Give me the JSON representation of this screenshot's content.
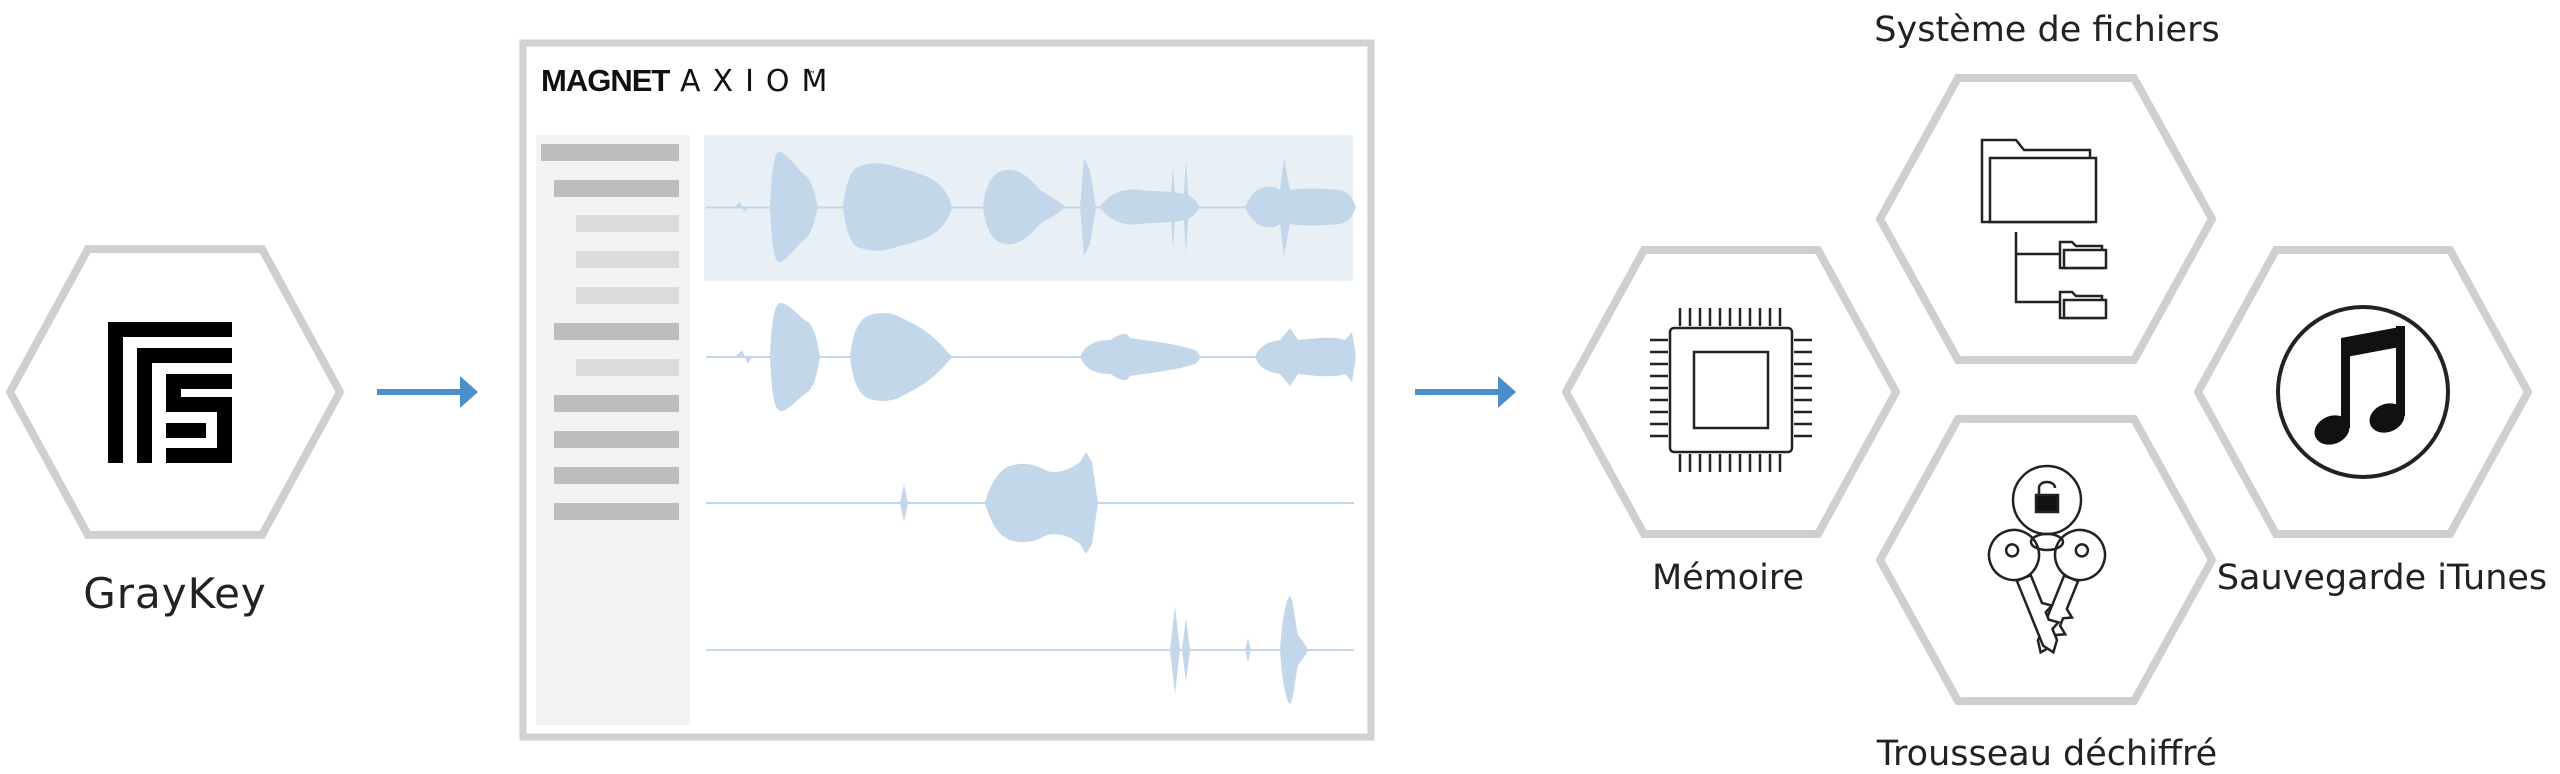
{
  "source": {
    "label": "GrayKey",
    "logo_icon": "graykey-maze-logo-icon"
  },
  "app": {
    "brand_bold": "MAGNET",
    "brand_light": "AXIOM",
    "brand_mark": "™",
    "accent_color": "#c3d7ea"
  },
  "outputs": {
    "filesystem": {
      "label": "Système de fichiers",
      "icon": "folder-tree-icon"
    },
    "memory": {
      "label": "Mémoire",
      "icon": "chip-icon"
    },
    "itunes": {
      "label": "Sauvegarde iTunes",
      "icon": "music-note-icon"
    },
    "keychain": {
      "label": "Trousseau déchiffré",
      "icon": "keys-padlock-icon"
    }
  },
  "arrow_color": "#4a8fcb",
  "hex_color": "#cfcfcf"
}
